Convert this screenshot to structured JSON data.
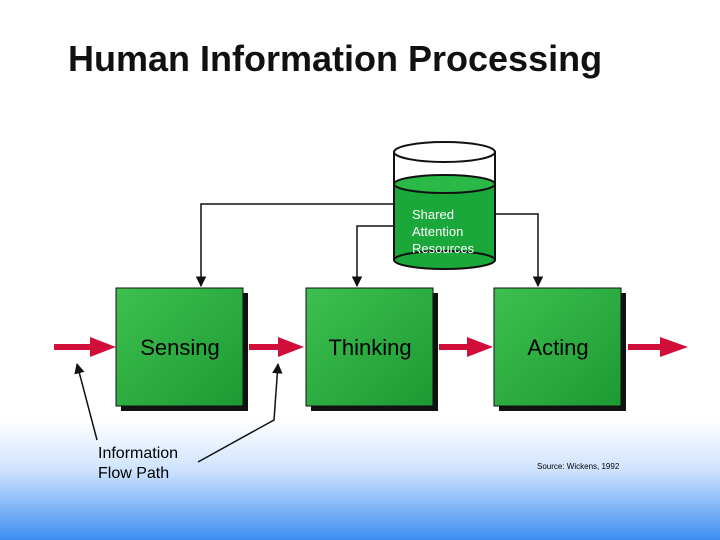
{
  "slide": {
    "title": "Human Information Processing",
    "resource": {
      "line1": "Shared",
      "line2": "Attention",
      "line3": "Resources"
    },
    "stages": [
      "Sensing",
      "Thinking",
      "Acting"
    ],
    "flow_label": {
      "line1": "Information",
      "line2": "Flow Path"
    },
    "source": "Source: Wickens, 1992"
  },
  "colors": {
    "box": "#22a83a",
    "arrow": "#d10d3a",
    "cylinder": "#1aa83a",
    "border": "#111111"
  }
}
